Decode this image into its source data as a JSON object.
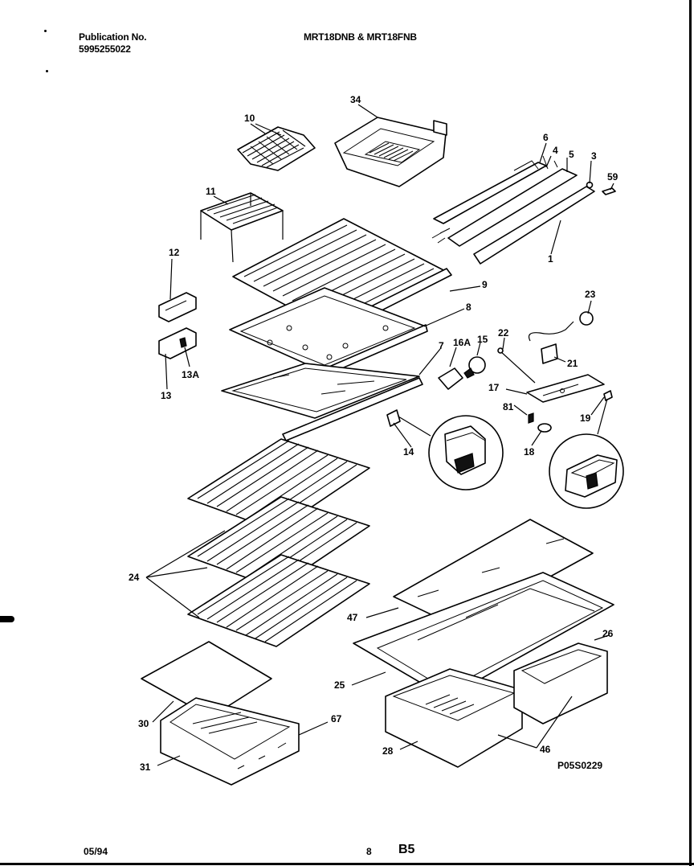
{
  "header": {
    "publication_label": "Publication No.",
    "publication_number": "5995255022",
    "model": "MRT18DNB & MRT18FNB"
  },
  "footer": {
    "date": "05/94",
    "page": "8",
    "section": "B5"
  },
  "diagram": {
    "code": "P05S0229",
    "callouts": [
      "34",
      "10",
      "6",
      "4",
      "5",
      "3",
      "59",
      "11",
      "1",
      "12",
      "9",
      "8",
      "23",
      "7",
      "16A",
      "15",
      "22",
      "21",
      "13A",
      "13",
      "17",
      "81",
      "19",
      "14",
      "18",
      "24",
      "47",
      "26",
      "25",
      "30",
      "67",
      "31",
      "28",
      "46"
    ]
  }
}
